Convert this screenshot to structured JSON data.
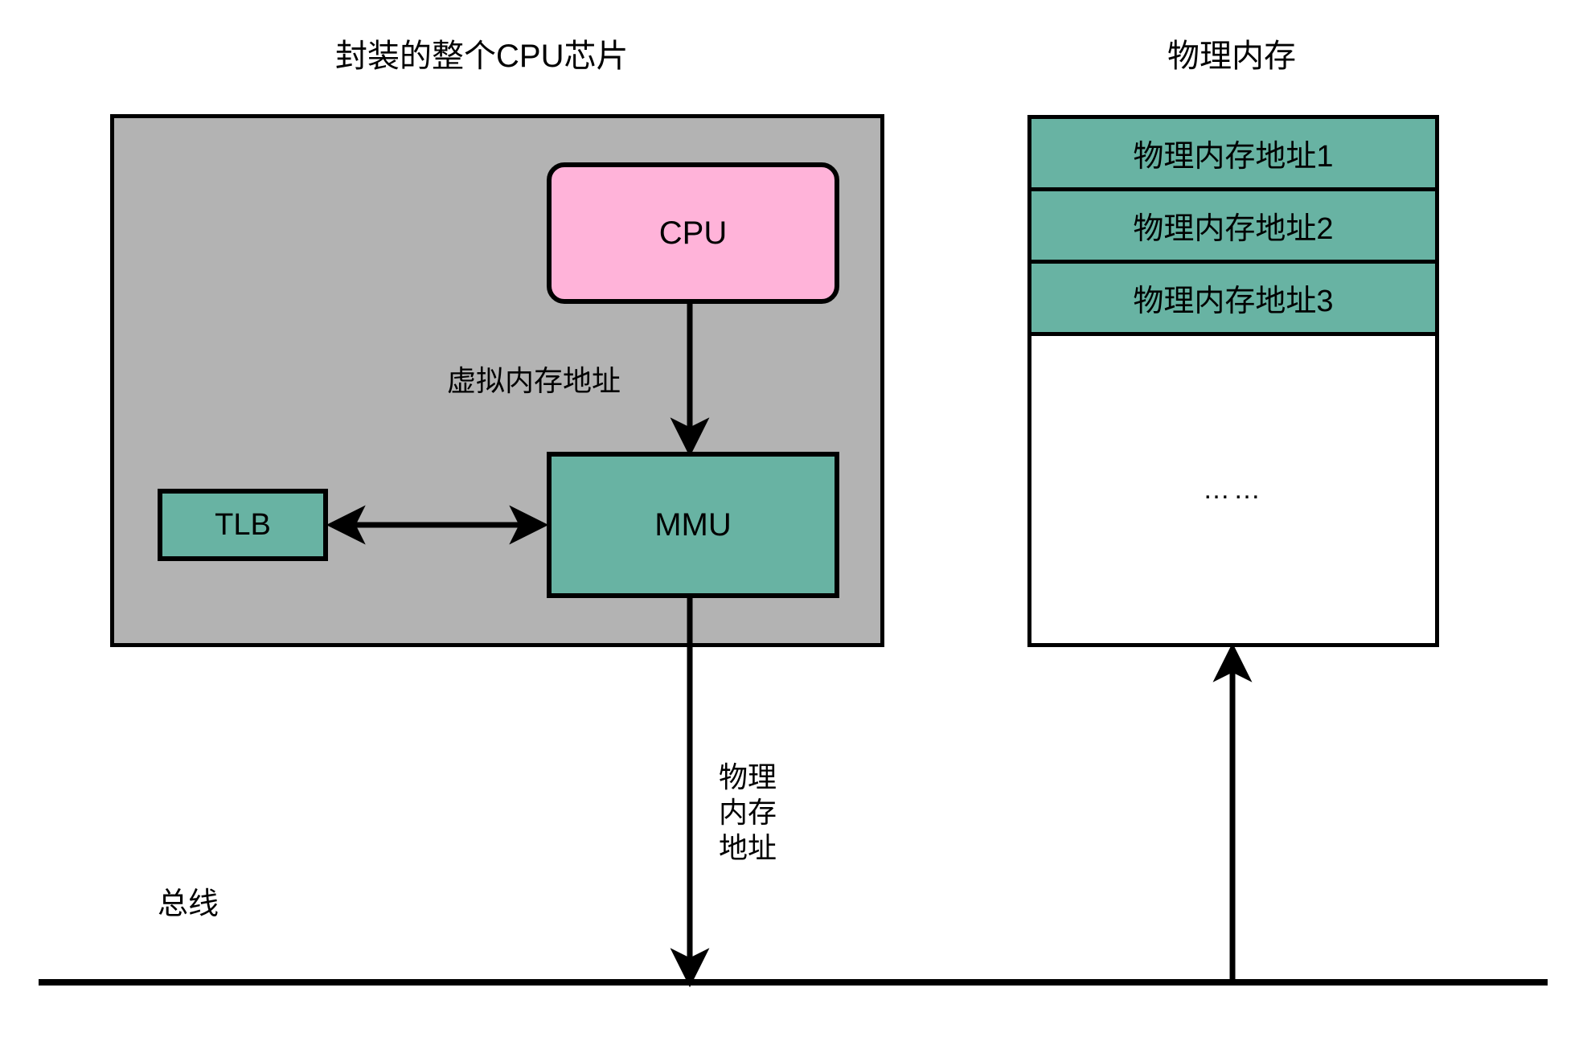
{
  "titles": {
    "chip": "封装的整个CPU芯片",
    "memory": "物理内存"
  },
  "chip": {
    "cpu_label": "CPU",
    "mmu_label": "MMU",
    "tlb_label": "TLB",
    "package_fill": "#b3b3b3",
    "cpu_fill": "#ffb3d9",
    "mmu_fill": "#68b3a3",
    "tlb_fill": "#68b3a3"
  },
  "connectors": {
    "virtual_address": "虚拟内存地址",
    "physical_address_line1": "物理",
    "physical_address_line2": "内存",
    "physical_address_line3": "地址",
    "bus": "总线"
  },
  "memory": {
    "fill": "#68b3a3",
    "rows": [
      {
        "label": "物理内存地址1"
      },
      {
        "label": "物理内存地址2"
      },
      {
        "label": "物理内存地址3"
      }
    ],
    "ellipsis": "……"
  }
}
